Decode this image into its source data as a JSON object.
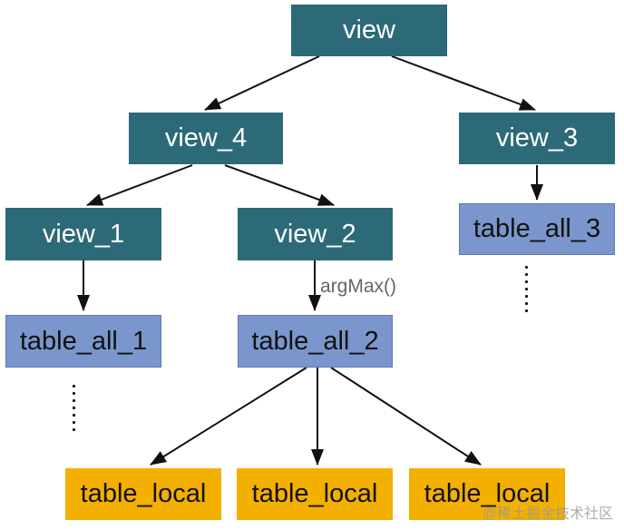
{
  "nodes": {
    "view": "view",
    "view_4": "view_4",
    "view_3": "view_3",
    "view_1": "view_1",
    "view_2": "view_2",
    "table_all_3": "table_all_3",
    "table_all_1": "table_all_1",
    "table_all_2": "table_all_2",
    "table_local": "table_local"
  },
  "edge_labels": {
    "argmax": "argMax()"
  },
  "watermark": "@稀土掘金技术社区",
  "colors": {
    "view_fill": "#2c6a78",
    "table_all_fill": "#7b96cc",
    "table_local_fill": "#f4b000",
    "edge_color": "#111111"
  }
}
